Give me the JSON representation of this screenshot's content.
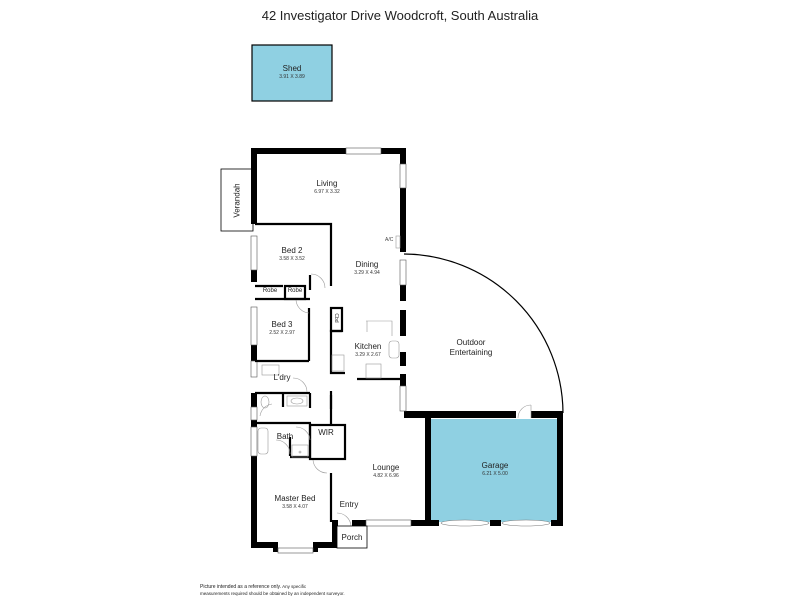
{
  "title": "42 Investigator Drive Woodcroft, South Australia",
  "colors": {
    "wall": "#000000",
    "fill_blue": "#8fd0e2",
    "background": "#ffffff",
    "fixture": "#999999"
  },
  "rooms": {
    "shed": {
      "name": "Shed",
      "dims": "3.91 X 3.89"
    },
    "verandah": {
      "name": "Verandah"
    },
    "living": {
      "name": "Living",
      "dims": "6.97 X 3.32"
    },
    "bed2": {
      "name": "Bed 2",
      "dims": "3.58 X 3.52"
    },
    "dining": {
      "name": "Dining",
      "dims": "3.29 X 4.94"
    },
    "ac": {
      "name": "A/C"
    },
    "robe1": {
      "name": "Robe"
    },
    "robe2": {
      "name": "Robe"
    },
    "bed3": {
      "name": "Bed 3",
      "dims": "2.52 X 2.97"
    },
    "cbd": {
      "name": "Cbd"
    },
    "kitchen": {
      "name": "Kitchen",
      "dims": "3.29 X 2.67"
    },
    "outdoor": {
      "name_line1": "Outdoor",
      "name_line2": "Entertaining"
    },
    "laundry": {
      "name": "L'dry"
    },
    "bath": {
      "name": "Bath"
    },
    "wir": {
      "name": "WIR"
    },
    "lounge": {
      "name": "Lounge",
      "dims": "4.82 X 6.96"
    },
    "garage": {
      "name": "Garage",
      "dims": "6.21 X 5.00"
    },
    "master": {
      "name": "Master Bed",
      "dims": "3.58 X 4.07"
    },
    "entry": {
      "name": "Entry"
    },
    "porch": {
      "name": "Porch"
    }
  },
  "disclaimer": {
    "line1_bold": "Picture intended as a reference only.",
    "line1_rest": " Any specific",
    "line2": "measurements required should be obtained by an independent surveyor."
  }
}
